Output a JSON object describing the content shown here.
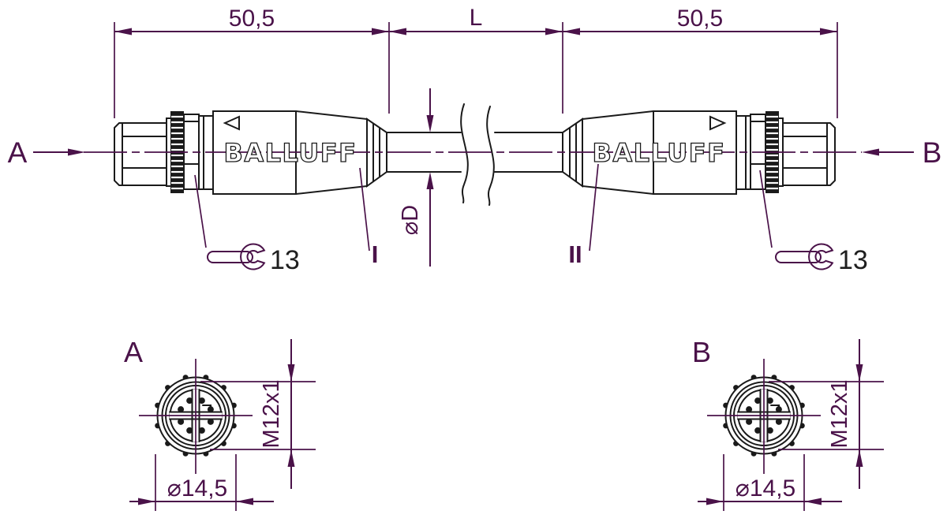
{
  "drawing": {
    "dim_top_left": "50,5",
    "dim_top_middle": "L",
    "dim_top_right": "50,5",
    "pointer_left": "A",
    "pointer_right": "B",
    "brand_left": "BALLUFF",
    "brand_right": "BALLUFF",
    "section_label_left": "I",
    "section_label_right": "II",
    "wrench_size_left": "13",
    "wrench_size_right": "13",
    "cable_diameter": "⌀D"
  },
  "end_view_a": {
    "label": "A",
    "thread": "M12x1",
    "outer_diameter": "⌀14,5"
  },
  "end_view_b": {
    "label": "B",
    "thread": "M12x1",
    "outer_diameter": "⌀14,5"
  },
  "colors": {
    "ink": "#1a1a1a",
    "dimension": "#4a1249",
    "background": "#ffffff"
  }
}
